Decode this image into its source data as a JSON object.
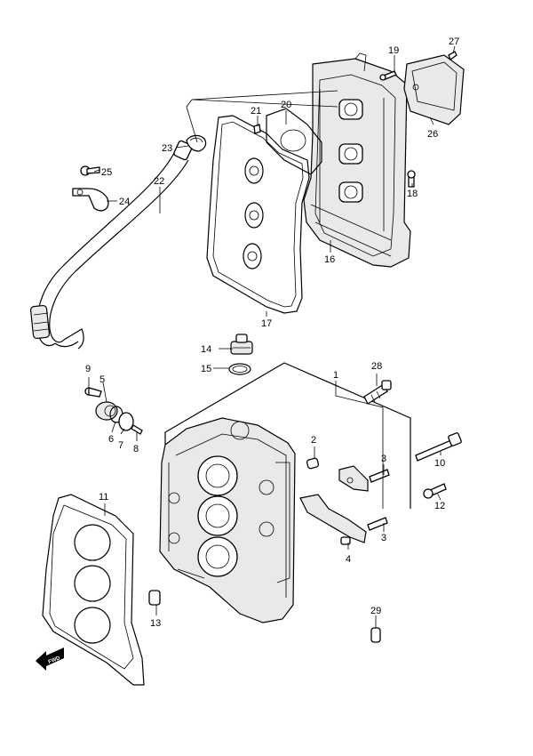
{
  "callouts": {
    "c1": "1",
    "c2": "2",
    "c3a": "3",
    "c3b": "3",
    "c4": "4",
    "c5": "5",
    "c6": "6",
    "c7": "7",
    "c8": "8",
    "c9": "9",
    "c10": "10",
    "c11": "11",
    "c12": "12",
    "c13": "13",
    "c14": "14",
    "c15": "15",
    "c16": "16",
    "c17": "17",
    "c18": "18",
    "c19": "19",
    "c20": "20",
    "c21": "21",
    "c22": "22",
    "c23": "23",
    "c24": "24",
    "c25": "25",
    "c26": "26",
    "c27": "27",
    "c28": "28",
    "c29": "29"
  },
  "fwd_label": "FWD",
  "colors": {
    "line": "#000000",
    "background": "#ffffff",
    "part_fill": "#e9e9e9"
  }
}
